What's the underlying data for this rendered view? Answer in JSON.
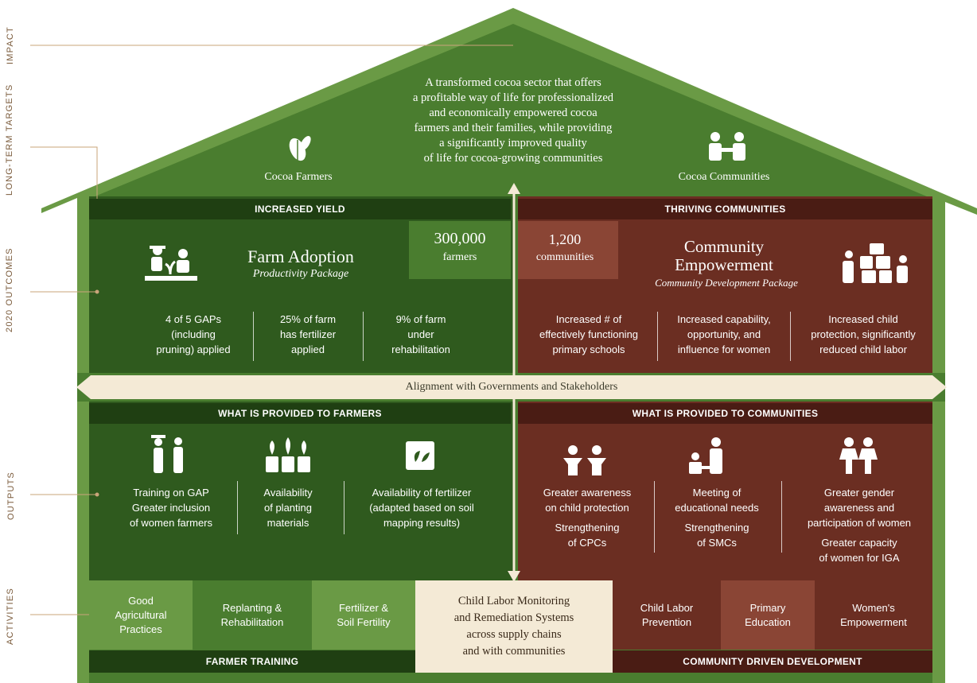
{
  "side_labels": {
    "impact": "IMPACT",
    "long_term_targets": "LONG-TERM TARGETS",
    "outcomes_2020": "2020 OUTCOMES",
    "outputs": "OUTPUTS",
    "activities": "ACTIVITIES"
  },
  "roof": {
    "vision_lines": [
      "A transformed cocoa sector that offers",
      "a profitable way of life for professionalized",
      "and economically empowered cocoa",
      "farmers and their families, while providing",
      "a significantly improved quality",
      "of life for cocoa-growing communities"
    ],
    "left_label": "Cocoa Farmers",
    "right_label": "Cocoa Communities"
  },
  "outcomes": {
    "left_bar": "INCREASED YIELD",
    "right_bar": "THRIVING COMMUNITIES",
    "left_title": "Farm Adoption",
    "left_subtitle": "Productivity Package",
    "left_stat_value": "300,000",
    "left_stat_unit": "farmers",
    "right_stat_value": "1,200",
    "right_stat_unit": "communities",
    "right_title_line1": "Community",
    "right_title_line2": "Empowerment",
    "right_subtitle": "Community Development Package",
    "left_metrics": [
      [
        "4 of 5 GAPs",
        "(including",
        "pruning) applied"
      ],
      [
        "25% of farm",
        "has fertilizer",
        "applied"
      ],
      [
        "9% of farm",
        "under",
        "rehabilitation"
      ]
    ],
    "right_metrics": [
      [
        "Increased # of",
        "effectively functioning",
        "primary schools"
      ],
      [
        "Increased capability,",
        "opportunity, and",
        "influence for women"
      ],
      [
        "Increased child",
        "protection, significantly",
        "reduced child labor"
      ]
    ]
  },
  "alignment": "Alignment with Governments and Stakeholders",
  "outputs": {
    "left_bar": "WHAT IS PROVIDED TO FARMERS",
    "right_bar": "WHAT IS PROVIDED TO COMMUNITIES",
    "left_items": [
      [
        "Training on GAP",
        "Greater inclusion",
        "of women farmers"
      ],
      [
        "Availability",
        "of planting",
        "materials"
      ],
      [
        "Availability of fertilizer",
        "(adapted based on soil",
        "mapping results)"
      ]
    ],
    "right_items": [
      [
        "Greater awareness",
        "on child protection",
        "Strengthening",
        "of CPCs"
      ],
      [
        "Meeting of",
        "educational needs",
        "Strengthening",
        "of SMCs"
      ],
      [
        "Greater gender",
        "awareness and",
        "participation of women",
        "Greater capacity",
        "of women for IGA"
      ]
    ]
  },
  "activities": {
    "left": [
      [
        "Good",
        "Agricultural",
        "Practices"
      ],
      [
        "Replanting &",
        "Rehabilitation"
      ],
      [
        "Fertilizer &",
        "Soil Fertility"
      ]
    ],
    "center": [
      "Child Labor Monitoring",
      "and Remediation Systems",
      "across supply chains",
      "and with communities"
    ],
    "right": [
      [
        "Child Labor",
        "Prevention"
      ],
      [
        "Primary",
        "Education"
      ],
      [
        "Women's",
        "Empowerment"
      ]
    ],
    "left_bar": "FARMER TRAINING",
    "right_bar": "COMMUNITY DRIVEN DEVELOPMENT"
  },
  "colors": {
    "green_dark": "#2f5a1e",
    "green_mid": "#4a7d2f",
    "green_light": "#6a9a45",
    "green_bar": "#1f3f12",
    "brown": "#6b2e22",
    "brown_dark": "#4a1c14",
    "cream": "#f4ead6"
  }
}
